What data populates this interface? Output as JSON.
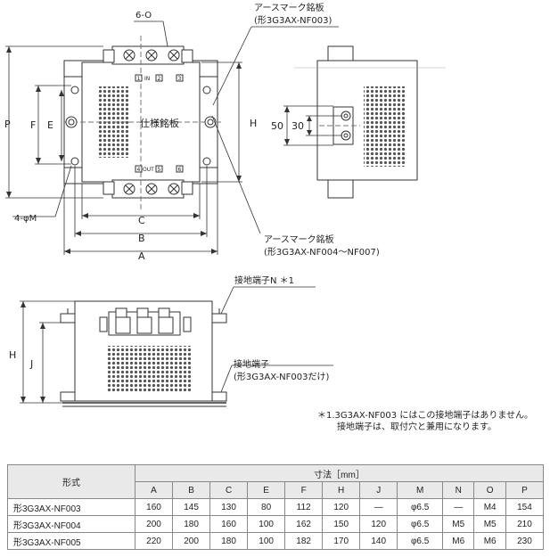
{
  "labels": {
    "n60": "6-O",
    "plate_top_1": "アースマーク銘板",
    "plate_top_2": "(形3G3AX-NF003)",
    "plate_right_1": "アースマーク銘板",
    "plate_right_2": "(形3G3AX-NF004～NF007)",
    "spec_plate": "仕様銘板",
    "hole": "4-φM",
    "dim_P": "P",
    "dim_F": "F",
    "dim_E": "E",
    "dim_H": "H",
    "dim_C": "C",
    "dim_B": "B",
    "dim_A": "A",
    "dim_50": "50",
    "dim_30": "30",
    "dim_H2": "H",
    "dim_J": "J",
    "ground_N_1": "接地端子N ＊1",
    "ground_1": "接地端子",
    "ground_2": "(形3G3AX-NF003だけ)",
    "in": "IN",
    "out": "OUT",
    "t1": "1",
    "t2": "2",
    "t3": "3",
    "t4": "4",
    "t5": "5",
    "t6": "6"
  },
  "footnote": {
    "line1": "＊1.3G3AX-NF003 にはこの接地端子はありません。",
    "line2": "接地端子は、取付穴と兼用になります。"
  },
  "table": {
    "model_header": "形式",
    "dim_header": "寸法［mm］",
    "columns": [
      "A",
      "B",
      "C",
      "E",
      "F",
      "H",
      "J",
      "M",
      "N",
      "O",
      "P"
    ],
    "rows": [
      {
        "model": "形3G3AX-NF003",
        "values": [
          "160",
          "145",
          "130",
          "80",
          "112",
          "120",
          "―",
          "φ6.5",
          "―",
          "M4",
          "154"
        ]
      },
      {
        "model": "形3G3AX-NF004",
        "values": [
          "200",
          "180",
          "160",
          "100",
          "162",
          "150",
          "120",
          "φ6.5",
          "M5",
          "M5",
          "210"
        ]
      },
      {
        "model": "形3G3AX-NF005",
        "values": [
          "220",
          "200",
          "180",
          "100",
          "182",
          "170",
          "140",
          "φ6.5",
          "M6",
          "M6",
          "230"
        ]
      }
    ]
  }
}
